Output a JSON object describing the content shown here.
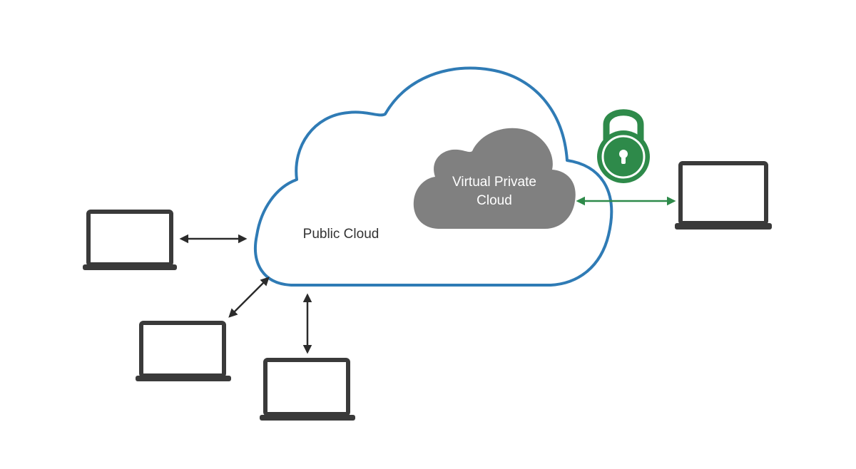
{
  "public_cloud": {
    "label": "Public Cloud",
    "outline_color": "#2f7bb5",
    "icon": "cloud-icon"
  },
  "private_cloud": {
    "label_line1": "Virtual Private",
    "label_line2": "Cloud",
    "fill_color": "#808080",
    "icon": "cloud-icon"
  },
  "lock": {
    "icon": "padlock-icon",
    "color": "#2e8a4a"
  },
  "laptops": [
    {
      "icon": "laptop-icon",
      "connection": "public-cloud"
    },
    {
      "icon": "laptop-icon",
      "connection": "public-cloud"
    },
    {
      "icon": "laptop-icon",
      "connection": "public-cloud"
    },
    {
      "icon": "laptop-icon",
      "connection": "virtual-private-cloud"
    }
  ],
  "colors": {
    "laptop": "#3a3a3a",
    "public_arrow": "#2b2b2b",
    "private_arrow": "#2e8a4a"
  }
}
